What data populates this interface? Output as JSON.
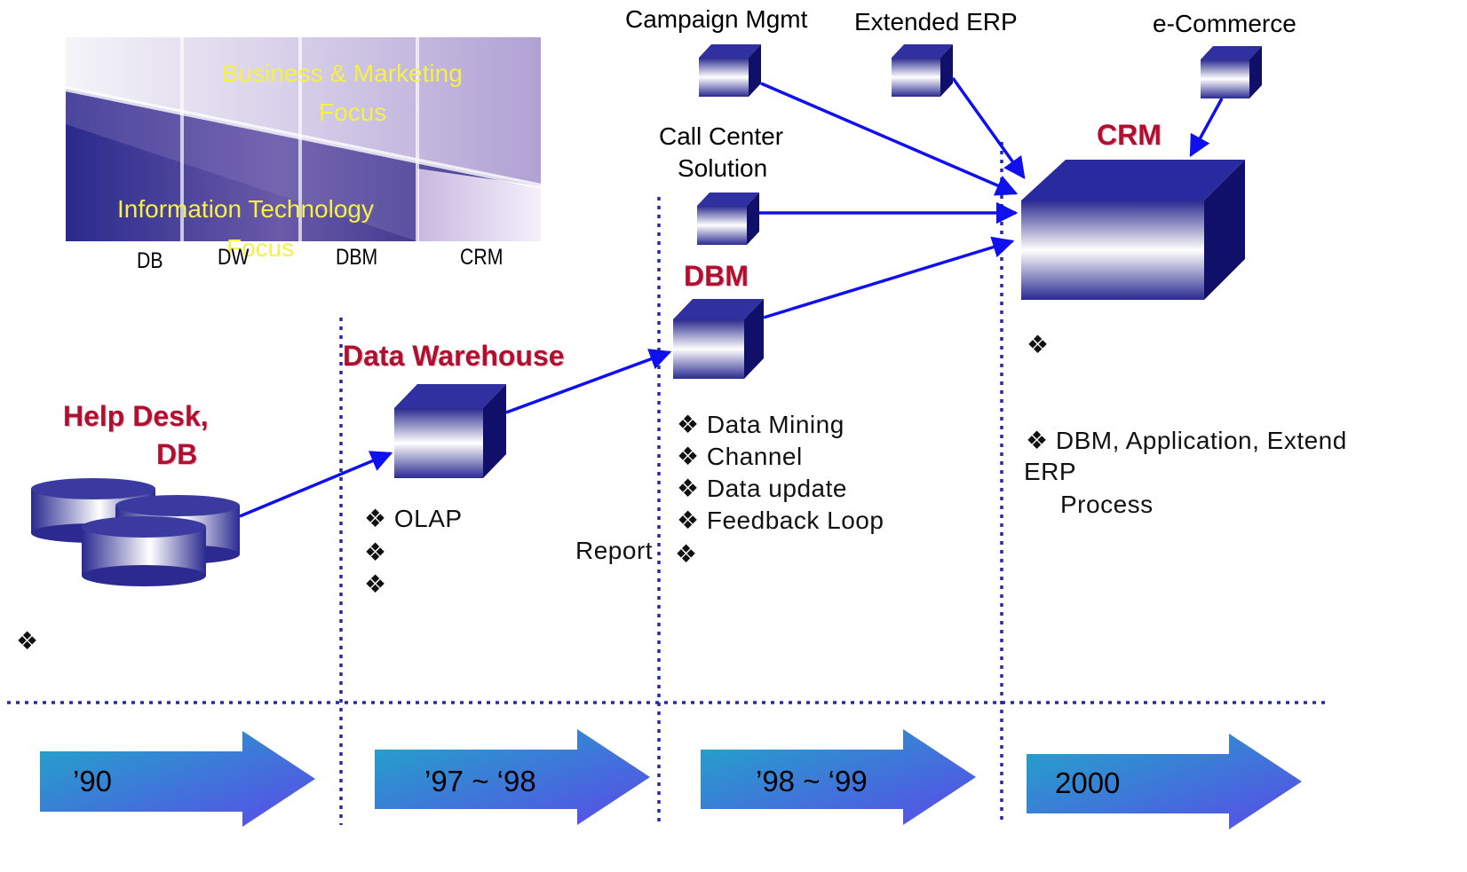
{
  "inset": {
    "business_line1": "Business & Marketing",
    "business_line2": "Focus",
    "it_line1": "Information Technology",
    "it_line2": "Focus",
    "axis": [
      "DB",
      "DW",
      "DBM",
      "CRM"
    ]
  },
  "stages": {
    "helpdesk": {
      "line1": "Help Desk,",
      "line2": "DB"
    },
    "dw": {
      "title": "Data Warehouse"
    },
    "dbm": {
      "title": "DBM"
    },
    "crm": {
      "title": "CRM"
    }
  },
  "products": {
    "campaign": "Campaign Mgmt",
    "erp": "Extended ERP",
    "ecommerce": "e-Commerce",
    "callcenter_line1": "Call Center",
    "callcenter_line2": "Solution"
  },
  "bullets": {
    "helpdesk": [
      "❖"
    ],
    "dw": [
      "❖ OLAP",
      "❖",
      "❖"
    ],
    "dw_report": "Report",
    "dbm": [
      "❖ Data Mining",
      "❖ Channel",
      "❖ Data update",
      "❖ Feedback Loop",
      "❖"
    ],
    "crm_top": "❖",
    "crm": [
      "❖ DBM, Application, Extend",
      "ERP",
      "Process"
    ]
  },
  "periods": [
    "’90",
    "’97 ~ ‘98",
    "’98 ~ ‘99",
    "2000"
  ],
  "colors": {
    "arrow": "#1010ee",
    "dotted": "#2a2aa0",
    "heading": "#b01030",
    "cube_dark": "#10106a",
    "inset_text": "#f5f04a"
  }
}
